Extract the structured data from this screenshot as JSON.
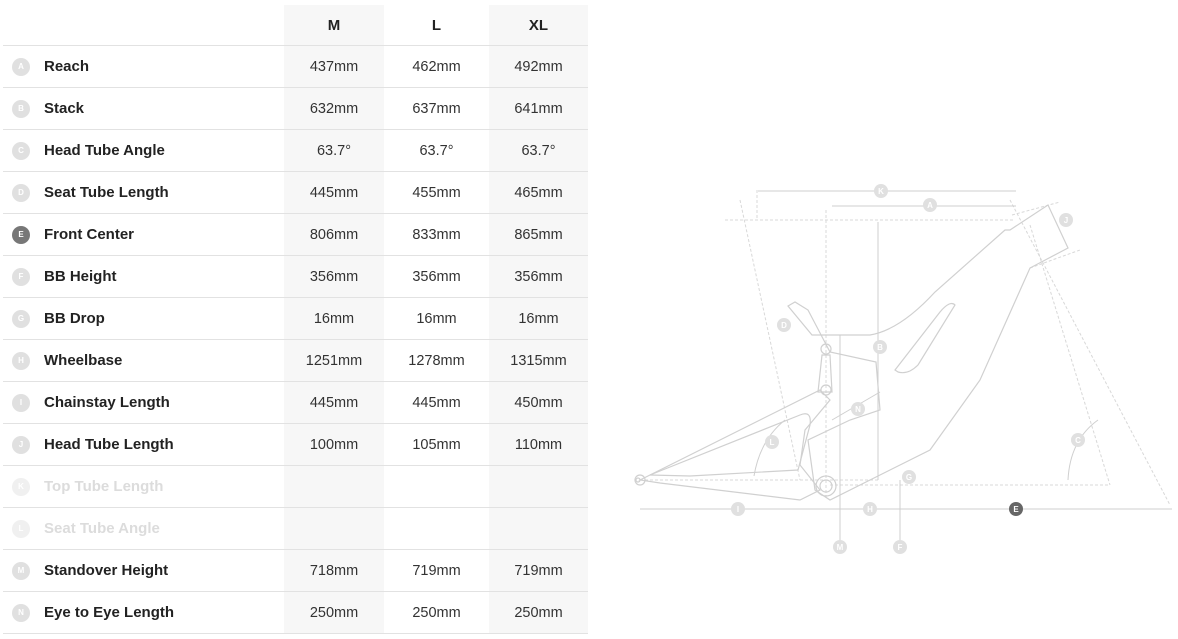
{
  "columns": [
    "M",
    "L",
    "XL"
  ],
  "rows": [
    {
      "badge": "A",
      "label": "Reach",
      "values": [
        "437mm",
        "462mm",
        "492mm"
      ]
    },
    {
      "badge": "B",
      "label": "Stack",
      "values": [
        "632mm",
        "637mm",
        "641mm"
      ]
    },
    {
      "badge": "C",
      "label": "Head Tube Angle",
      "values": [
        "63.7°",
        "63.7°",
        "63.7°"
      ]
    },
    {
      "badge": "D",
      "label": "Seat Tube Length",
      "values": [
        "445mm",
        "455mm",
        "465mm"
      ]
    },
    {
      "badge": "E",
      "label": "Front Center",
      "values": [
        "806mm",
        "833mm",
        "865mm"
      ],
      "active": true
    },
    {
      "badge": "F",
      "label": "BB Height",
      "values": [
        "356mm",
        "356mm",
        "356mm"
      ]
    },
    {
      "badge": "G",
      "label": "BB Drop",
      "values": [
        "16mm",
        "16mm",
        "16mm"
      ]
    },
    {
      "badge": "H",
      "label": "Wheelbase",
      "values": [
        "1251mm",
        "1278mm",
        "1315mm"
      ]
    },
    {
      "badge": "I",
      "label": "Chainstay Length",
      "values": [
        "445mm",
        "445mm",
        "450mm"
      ]
    },
    {
      "badge": "J",
      "label": "Head Tube Length",
      "values": [
        "100mm",
        "105mm",
        "110mm"
      ]
    },
    {
      "badge": "K",
      "label": "Top Tube Length",
      "values": [
        "",
        "",
        ""
      ],
      "disabled": true
    },
    {
      "badge": "L",
      "label": "Seat Tube Angle",
      "values": [
        "",
        "",
        ""
      ],
      "disabled": true
    },
    {
      "badge": "M",
      "label": "Standover Height",
      "values": [
        "718mm",
        "719mm",
        "719mm"
      ]
    },
    {
      "badge": "N",
      "label": "Eye to Eye Length",
      "values": [
        "250mm",
        "250mm",
        "250mm"
      ]
    }
  ],
  "diagram_badges": [
    "K",
    "A",
    "J",
    "D",
    "B",
    "N",
    "L",
    "C",
    "G",
    "I",
    "H",
    "E",
    "M",
    "F"
  ],
  "colors": {
    "badge": "#e0e0e0",
    "badge_active": "#666666",
    "line": "#d4d4d4"
  }
}
